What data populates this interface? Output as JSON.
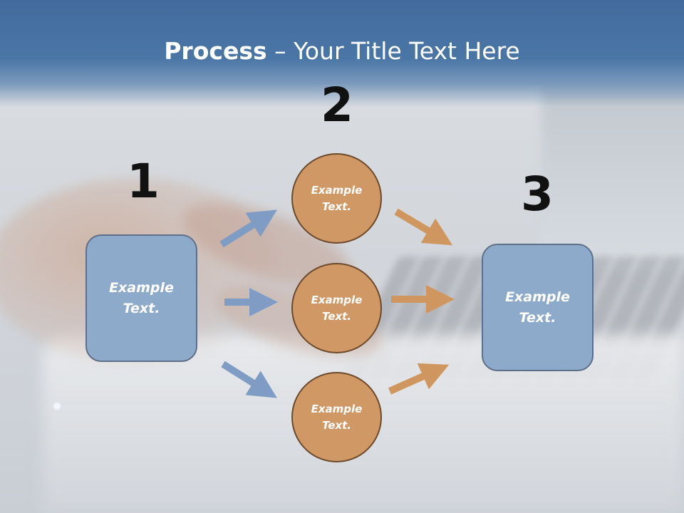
{
  "slide": {
    "title_bold": "Process",
    "title_rest": " – Your Title Text Here"
  },
  "steps": {
    "one": "1",
    "two": "2",
    "three": "3"
  },
  "nodes": {
    "left_box": "Example\nText.",
    "circle_top": "Example\nText.",
    "circle_mid": "Example\nText.",
    "circle_bottom": "Example\nText.",
    "right_box": "Example\nText."
  },
  "colors": {
    "header": "#4a76a6",
    "box_fill": "#8eaacb",
    "circle_fill": "#d09864",
    "blue_arrow": "#7f9dc4",
    "orange_arrow": "#cf975f"
  }
}
